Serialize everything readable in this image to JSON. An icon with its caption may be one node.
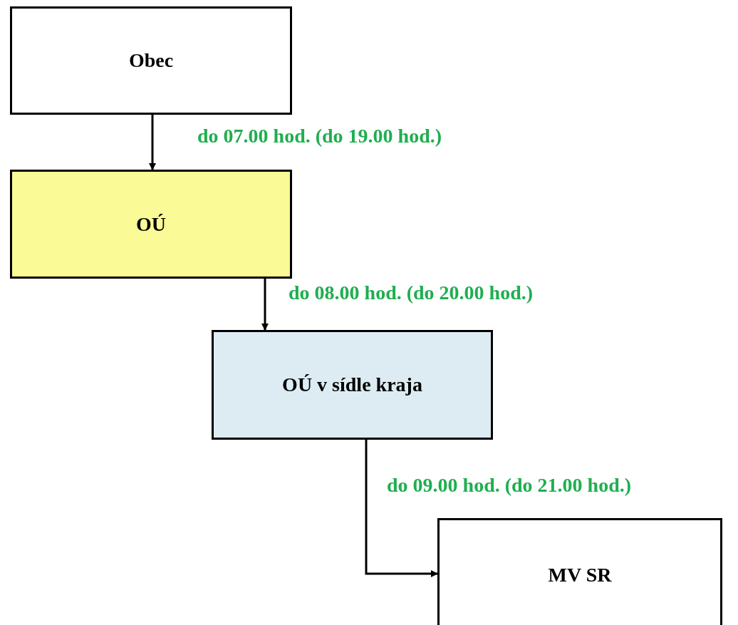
{
  "diagram": {
    "nodes": [
      {
        "text": [
          "Obec"
        ]
      },
      {
        "text": [
          "OÚ"
        ]
      },
      {
        "text": [
          "OÚ v sídle kraja"
        ]
      },
      {
        "text": [
          "MV SR"
        ]
      }
    ],
    "edges": [
      {
        "from": 0,
        "to": 1,
        "arrow": "to",
        "label": "do 07.00 hod. (do 19.00 hod.)"
      },
      {
        "from": 1,
        "to": 2,
        "arrow": "to",
        "label": "do 08.00 hod. (do 20.00 hod.)"
      },
      {
        "from": 2,
        "to": 3,
        "arrow": "to",
        "label": "do 09.00 hod. (do 21.00 hod.)"
      }
    ]
  }
}
